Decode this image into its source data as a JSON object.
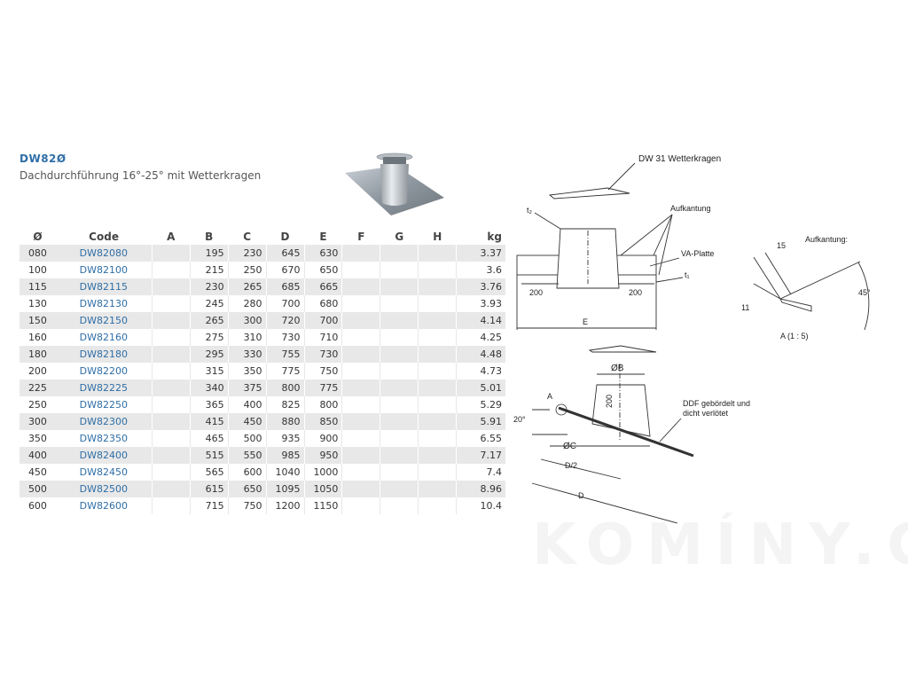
{
  "header": {
    "title": "DW82Ø",
    "subtitle": "Dachdurchführung 16°-25° mit Wetterkragen"
  },
  "table": {
    "columns": [
      "Ø",
      "Code",
      "A",
      "B",
      "C",
      "D",
      "E",
      "F",
      "G",
      "H",
      "kg"
    ],
    "rows": [
      [
        "080",
        "DW82080",
        "",
        "195",
        "230",
        "645",
        "630",
        "",
        "",
        "",
        "3.37"
      ],
      [
        "100",
        "DW82100",
        "",
        "215",
        "250",
        "670",
        "650",
        "",
        "",
        "",
        "3.6"
      ],
      [
        "115",
        "DW82115",
        "",
        "230",
        "265",
        "685",
        "665",
        "",
        "",
        "",
        "3.76"
      ],
      [
        "130",
        "DW82130",
        "",
        "245",
        "280",
        "700",
        "680",
        "",
        "",
        "",
        "3.93"
      ],
      [
        "150",
        "DW82150",
        "",
        "265",
        "300",
        "720",
        "700",
        "",
        "",
        "",
        "4.14"
      ],
      [
        "160",
        "DW82160",
        "",
        "275",
        "310",
        "730",
        "710",
        "",
        "",
        "",
        "4.25"
      ],
      [
        "180",
        "DW82180",
        "",
        "295",
        "330",
        "755",
        "730",
        "",
        "",
        "",
        "4.48"
      ],
      [
        "200",
        "DW82200",
        "",
        "315",
        "350",
        "775",
        "750",
        "",
        "",
        "",
        "4.73"
      ],
      [
        "225",
        "DW82225",
        "",
        "340",
        "375",
        "800",
        "775",
        "",
        "",
        "",
        "5.01"
      ],
      [
        "250",
        "DW82250",
        "",
        "365",
        "400",
        "825",
        "800",
        "",
        "",
        "",
        "5.29"
      ],
      [
        "300",
        "DW82300",
        "",
        "415",
        "450",
        "880",
        "850",
        "",
        "",
        "",
        "5.91"
      ],
      [
        "350",
        "DW82350",
        "",
        "465",
        "500",
        "935",
        "900",
        "",
        "",
        "",
        "6.55"
      ],
      [
        "400",
        "DW82400",
        "",
        "515",
        "550",
        "985",
        "950",
        "",
        "",
        "",
        "7.17"
      ],
      [
        "450",
        "DW82450",
        "",
        "565",
        "600",
        "1040",
        "1000",
        "",
        "",
        "",
        "7.4"
      ],
      [
        "500",
        "DW82500",
        "",
        "615",
        "650",
        "1095",
        "1050",
        "",
        "",
        "",
        "8.96"
      ],
      [
        "600",
        "DW82600",
        "",
        "715",
        "750",
        "1200",
        "1150",
        "",
        "",
        "",
        "10.4"
      ]
    ]
  },
  "drawing": {
    "wetterkragen": "DW 31 Wetterkragen",
    "aufkantung": "Aufkantung",
    "va_platte": "VA-Platte",
    "t1": "t₁",
    "t2": "t₂",
    "dim_200": "200",
    "dim_e": "E",
    "detail_title": "Aufkantung:",
    "detail_15": "15",
    "detail_11": "11",
    "detail_45": "45°",
    "detail_label": "A (1 : 5)",
    "dim_b": "ØB",
    "angle_20": "20°",
    "label_a": "A",
    "dim_c": "ØC",
    "dim_d2": "D/2",
    "dim_d": "D",
    "ddf_line1": "DDF gebördelt und",
    "ddf_line2": "dicht verlötet"
  },
  "watermark": "KOMÍNY.CZ"
}
